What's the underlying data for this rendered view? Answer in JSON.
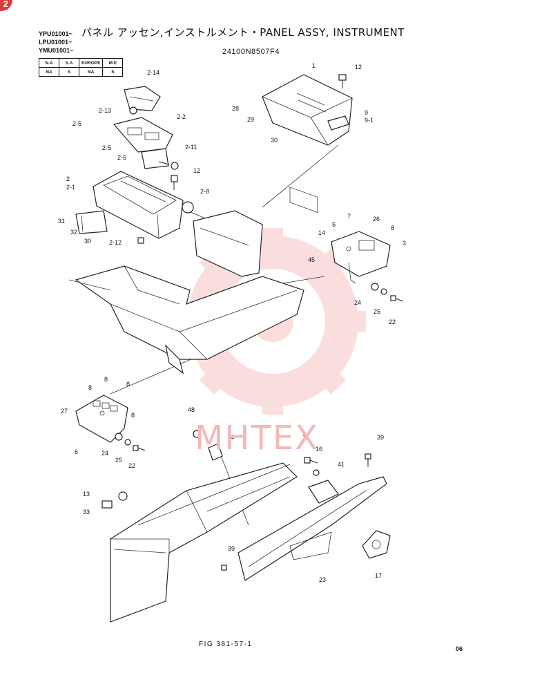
{
  "badge": "2",
  "header": {
    "title": "パネル アッセン,インストルメント・PANEL ASSY, INSTRUMENT",
    "serials": [
      "YPU01001~",
      "LPU01001~",
      "YMU01001~"
    ],
    "part_code": "24100N8507F4",
    "region_table": {
      "headers": [
        "N.A",
        "S.A",
        "EUROPE",
        "M.E"
      ],
      "values": [
        "NA",
        "S",
        "NA",
        "S"
      ]
    }
  },
  "watermark": "MHTEX",
  "watermark_color": "#f5b8b8",
  "callouts": [
    "1",
    "12",
    "28",
    "29",
    "30",
    "9",
    "9-1",
    "2-14",
    "2-13",
    "2-2",
    "2-5",
    "2-5",
    "2-5",
    "2-11",
    "12",
    "2",
    "2-1",
    "2-8",
    "31",
    "32",
    "30",
    "2-12",
    "7",
    "26",
    "5",
    "14",
    "8",
    "3",
    "45",
    "24",
    "25",
    "22",
    "8",
    "8",
    "8",
    "27",
    "8",
    "6",
    "24",
    "25",
    "22",
    "48",
    "4",
    "11",
    "16",
    "39",
    "41",
    "13",
    "33",
    "39",
    "23",
    "17"
  ],
  "footer": {
    "fig": "FIG 381-57-1",
    "page": "06"
  }
}
